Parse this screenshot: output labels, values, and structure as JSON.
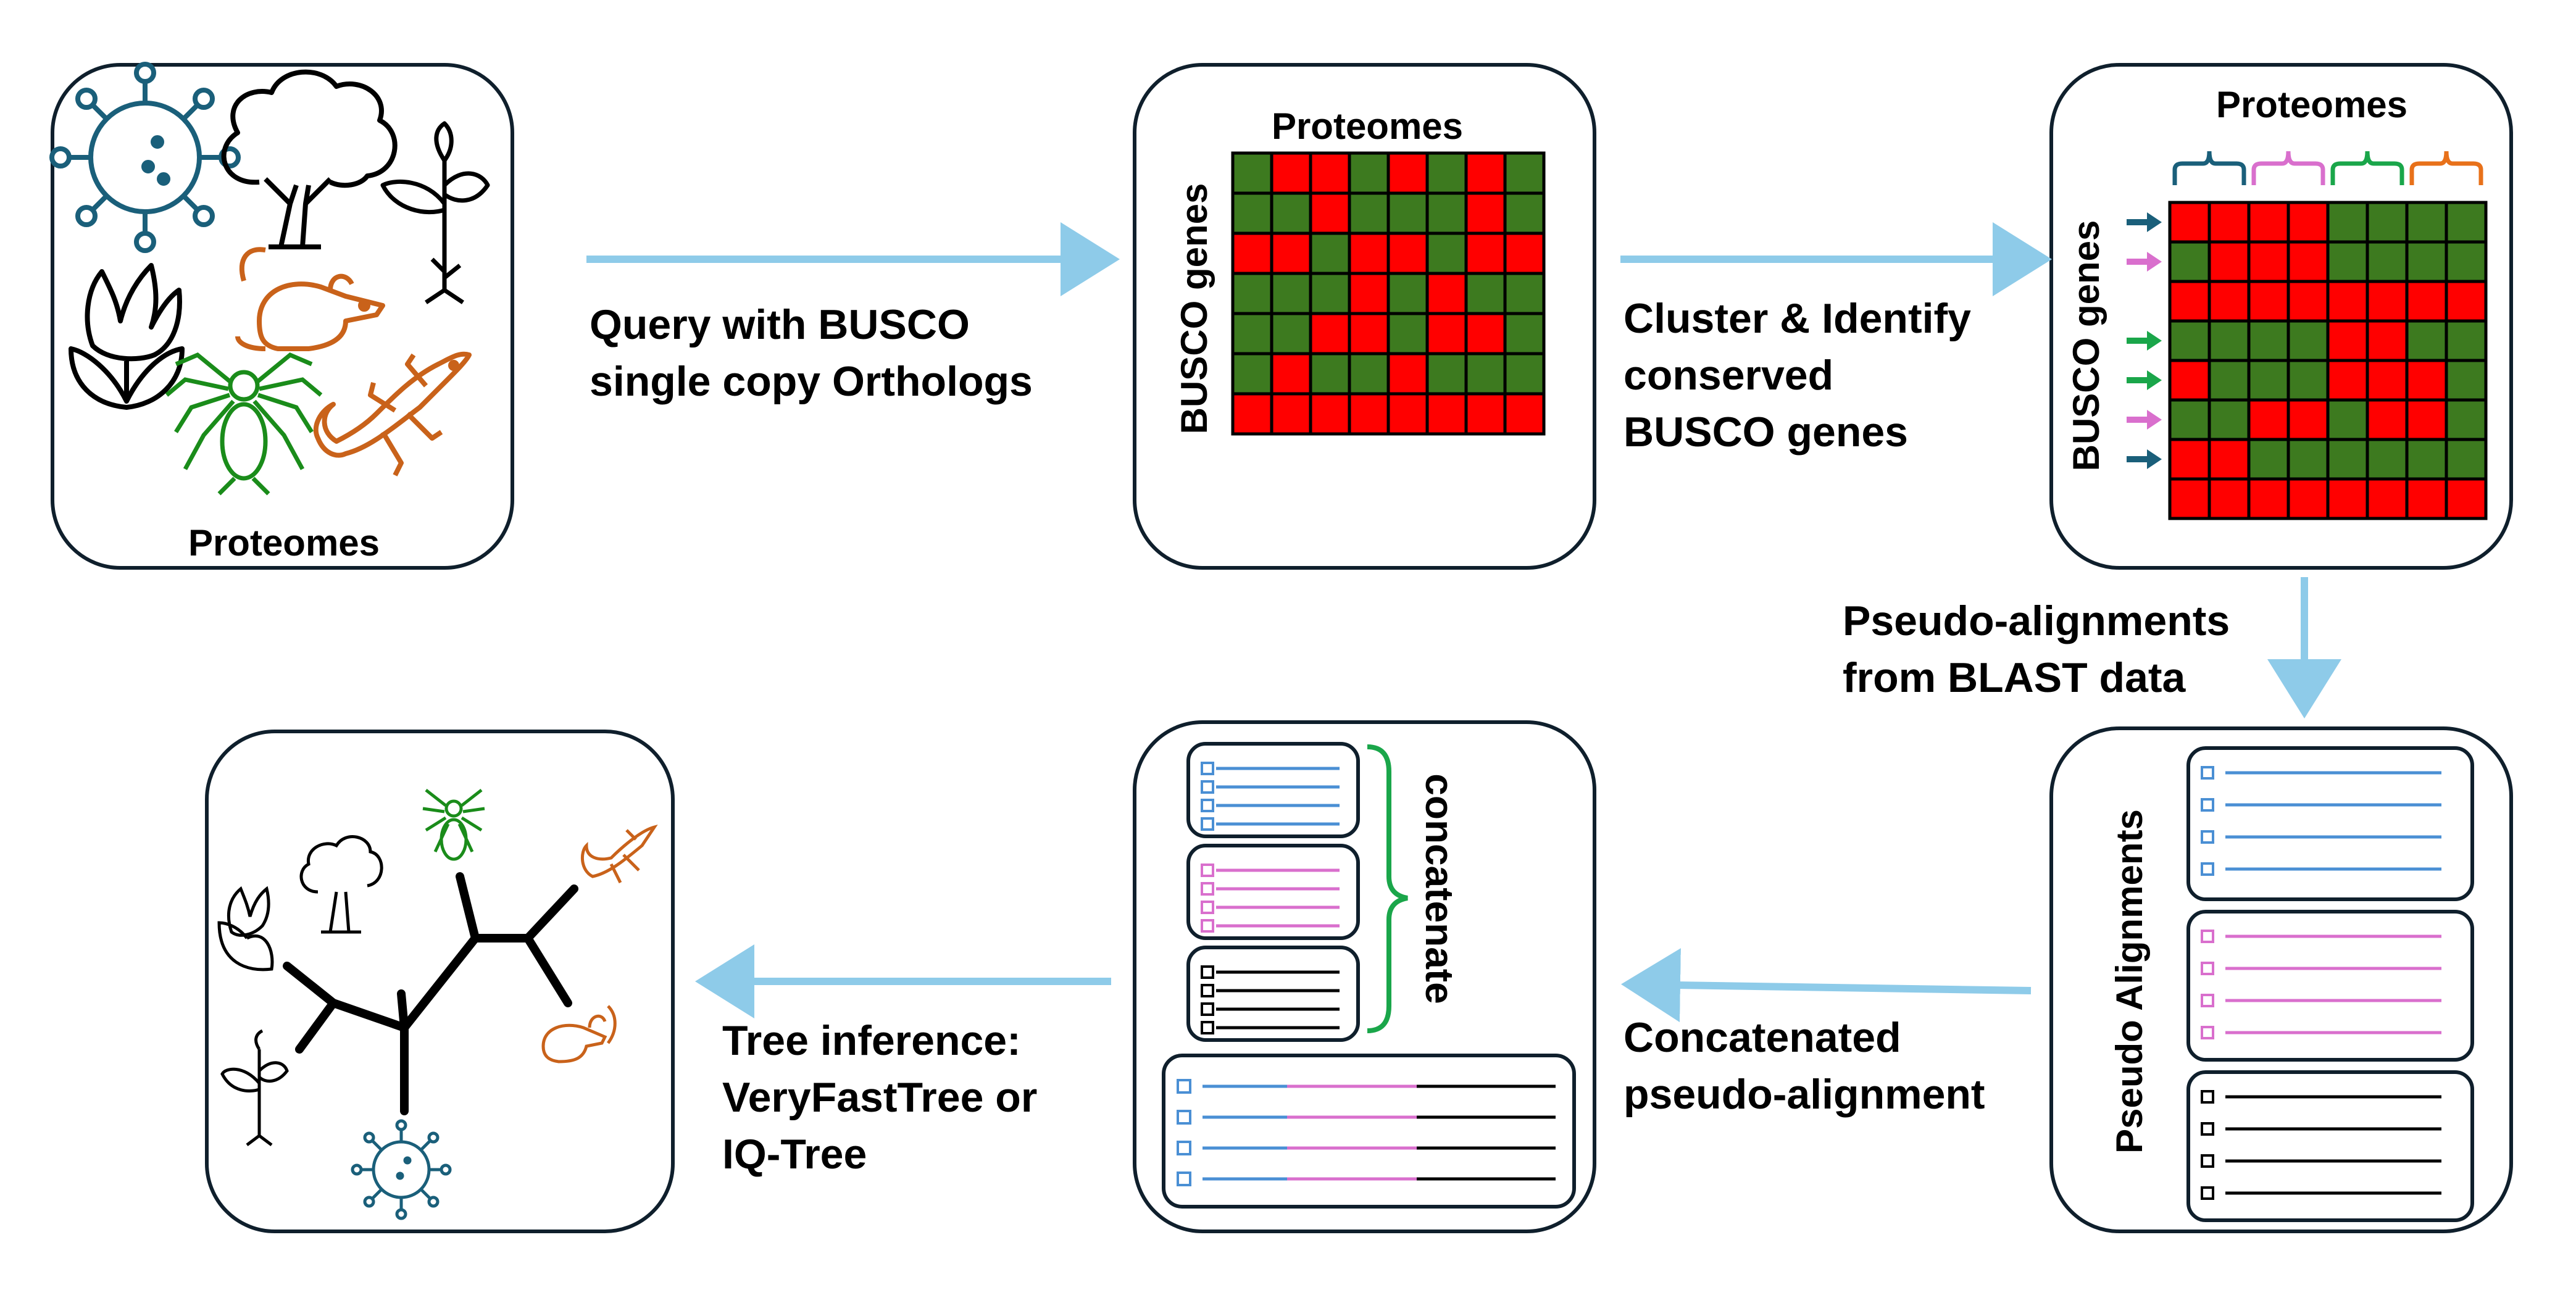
{
  "colors": {
    "arrow": "#8ecbe9",
    "present": "#3d7a1f",
    "absent": "#ff0000",
    "blue_group": "#1a5f7a",
    "pink_group": "#d96fcd",
    "green_group": "#1aa64a",
    "orange_group": "#e8711a",
    "seq_blue": "#4a8fd4",
    "seq_pink": "#d96fcd",
    "seq_black": "#000000",
    "virus": "#1a5f7a",
    "spider": "#1a8c1a",
    "animal": "#c9621a"
  },
  "boxes": {
    "proteomes_title": "Proteomes",
    "matrix1_title": "Proteomes",
    "matrix1_ylabel": "BUSCO genes",
    "matrix2_title": "Proteomes",
    "matrix2_ylabel": "BUSCO genes",
    "pseudo_title": "Pseudo Alignments",
    "concat_label": "concatenate"
  },
  "steps": {
    "query": [
      "Query with BUSCO",
      "single copy Orthologs"
    ],
    "cluster": [
      "Cluster & Identify",
      "conserved",
      "BUSCO genes"
    ],
    "pseudo": [
      "Pseudo-alignments",
      "from BLAST data"
    ],
    "concatenated": [
      "Concatenated",
      "pseudo-alignment"
    ],
    "tree": [
      "Tree inference:",
      "VeryFastTree or",
      "IQ-Tree"
    ]
  },
  "matrix1": [
    "GRRGRGRG",
    "GGRGGGRG",
    "RRGRRGRR",
    "GGGRGRGG",
    "GGRRGRRG",
    "GRGGRGGG",
    "RRRRRRRR"
  ],
  "matrix2": [
    "RRRRGGGG",
    "GRRRGGGG",
    "RRRRRRRR",
    "GGGGRRGG",
    "RGGGRRRG",
    "GGRRGRRG",
    "RRGGGGGG",
    "RRRRRRRR"
  ],
  "matrix2_row_arrows": [
    "blue_group",
    "pink_group",
    "none",
    "green_group",
    "green_group",
    "pink_group",
    "blue_group",
    "none"
  ],
  "matrix2_groups": [
    "blue_group",
    "pink_group",
    "green_group",
    "orange_group"
  ]
}
